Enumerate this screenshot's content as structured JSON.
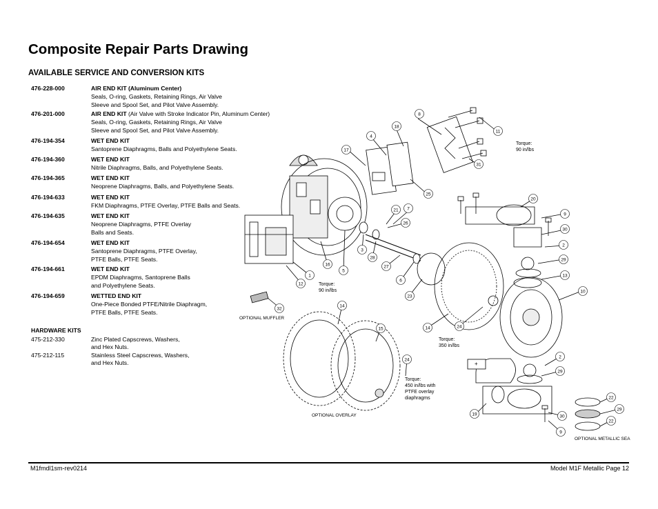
{
  "page_title": "Composite Repair Parts Drawing",
  "section_title": "AVAILABLE SERVICE AND CONVERSION KITS",
  "kits": [
    {
      "part": "476-228-000",
      "title": "AIR END KIT (Aluminum Center)",
      "title_extra": "",
      "lines": [
        "Seals, O-ring, Gaskets, Retaining Rings, Air Valve",
        "Sleeve and Spool Set, and Pilot Valve Assembly."
      ]
    },
    {
      "part": "476-201-000",
      "title": "AIR END KIT",
      "title_extra": " (Air Valve with Stroke Indicator Pin, Aluminum Center)",
      "lines": [
        "Seals, O-ring, Gaskets, Retaining Rings, Air Valve",
        "Sleeve and Spool Set, and Pilot Valve Assembly."
      ]
    },
    {
      "part": "476-194-354",
      "title": "WET END KIT",
      "title_extra": "",
      "lines": [
        "Santoprene Diaphragms, Balls and Polyethylene Seats."
      ]
    },
    {
      "part": "476-194-360",
      "title": "WET END KIT",
      "title_extra": "",
      "lines": [
        "Nitrile Diaphragms, Balls, and Polyethylene Seats."
      ]
    },
    {
      "part": "476-194-365",
      "title": "WET END KIT",
      "title_extra": "",
      "lines": [
        "Neoprene Diaphragms, Balls, and Polyethylene Seats."
      ]
    },
    {
      "part": "476-194-633",
      "title": "WET END KIT",
      "title_extra": "",
      "lines": [
        "FKM Diaphragms, PTFE Overlay, PTFE Balls and Seats."
      ]
    },
    {
      "part": "476-194-635",
      "title": "WET END KIT",
      "title_extra": "",
      "lines": [
        "Neoprene Diaphragms, PTFE Overlay",
        "Balls and Seats."
      ]
    },
    {
      "part": "476-194-654",
      "title": "WET END KIT",
      "title_extra": "",
      "lines": [
        "Santoprene Diaphragms, PTFE Overlay,",
        "PTFE Balls, PTFE Seats."
      ]
    },
    {
      "part": "476-194-661",
      "title": "WET END KIT",
      "title_extra": "",
      "lines": [
        "EPDM Diaphragms, Santoprene Balls",
        "and Polyethylene Seats."
      ]
    },
    {
      "part": "476-194-659",
      "title": "WETTED END KIT",
      "title_extra": "",
      "lines": [
        "One-Piece Bonded PTFE/Nitrile Diaphragm,",
        "PTFE Balls, PTFE Seats."
      ]
    }
  ],
  "hardware_title": "HARDWARE KITS",
  "hardware": [
    {
      "part": "475-212-330",
      "lines": [
        "Zinc Plated Capscrews, Washers,",
        "and Hex Nuts."
      ]
    },
    {
      "part": "475-212-115",
      "lines": [
        "Stainless Steel Capscrews, Washers,",
        "and Hex Nuts."
      ]
    }
  ],
  "notes": {
    "torque_90_top": [
      "Torque:",
      "90 in/lbs"
    ],
    "torque_90_left": [
      "Torque:",
      "90 in/lbs"
    ],
    "torque_350": [
      "Torque:",
      "350 in/lbs"
    ],
    "torque_450": [
      "Torque:",
      "450 in/lbs with",
      "PTFE overlay",
      "diaphragms"
    ],
    "optional_muffler": "OPTIONAL MUFFLER",
    "optional_overlay": "OPTIONAL OVERLAY",
    "optional_metallic": "OPTIONAL METALLIC SEA"
  },
  "callouts": [
    "8",
    "18",
    "4",
    "17",
    "11",
    "31",
    "25",
    "20",
    "9",
    "30",
    "2",
    "29",
    "13",
    "10",
    "21",
    "7",
    "26",
    "3",
    "28",
    "27",
    "6",
    "23",
    "16",
    "5",
    "1",
    "12",
    "32",
    "14",
    "15",
    "24",
    "22",
    "19"
  ],
  "footer": {
    "left": "M1fmdl1sm-rev0214",
    "right": "Model M1F Metallic Page 12"
  }
}
